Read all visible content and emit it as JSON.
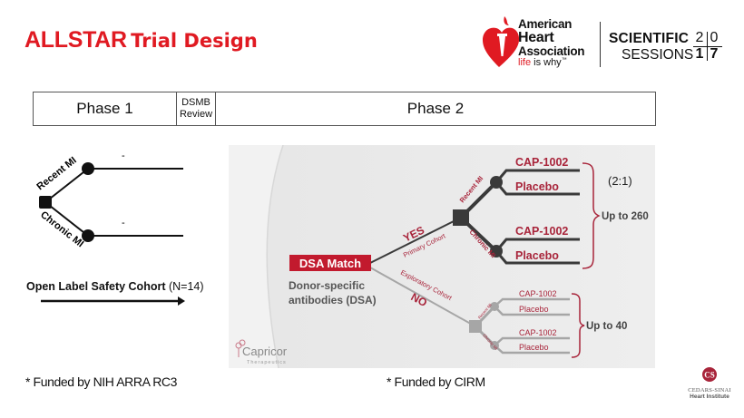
{
  "title": {
    "bold": "ALLSTAR",
    "rest": "Trial Design"
  },
  "logos": {
    "aha": {
      "line1": "American",
      "line2": "Heart",
      "line3": "Association",
      "tagline_prefix": "life",
      "tagline_rest": " is why",
      "tm": "™"
    },
    "sessions": {
      "line1": "SCIENTIFIC",
      "line2": "SESSIONS",
      "year_digits": [
        "2",
        "0",
        "1",
        "7"
      ]
    },
    "cedars": {
      "monogram": "CS",
      "name": "CEDARS-SINAI",
      "sub": "Heart Institute"
    },
    "capricor": {
      "name": "Capricor",
      "sub": "Therapeutics"
    }
  },
  "phase_table": {
    "phase1": "Phase 1",
    "dsmb_line1": "DSMB",
    "dsmb_line2": "Review",
    "phase2": "Phase 2"
  },
  "phase1_diagram": {
    "branch_upper": "Recent MI",
    "branch_lower": "Chronic MI",
    "mark_upper": "-",
    "mark_lower": "-",
    "cohort_label": "Open Label Safety Cohort",
    "cohort_n": "(N=14)"
  },
  "phase2_diagram": {
    "root_label": "DSA Match",
    "root_desc_line1": "Donor-specific",
    "root_desc_line2": "antibodies (DSA)",
    "yes_label": "YES",
    "primary_label": "Primary Cohort",
    "no_label": "NO",
    "exploratory_label": "Exploratory Cohort",
    "primary": {
      "upper_branch": "Recent MI",
      "lower_branch": "Chronic MI",
      "arms": [
        "CAP-1002",
        "Placebo",
        "CAP-1002",
        "Placebo"
      ],
      "ratio": "(2:1)",
      "total": "Up to 260"
    },
    "exploratory": {
      "upper_branch": "Recent MI",
      "lower_branch": "Chronic MI",
      "arms": [
        "CAP-1002",
        "Placebo",
        "CAP-1002",
        "Placebo"
      ],
      "total": "Up to 40"
    }
  },
  "footer": {
    "left": "* Funded by NIH ARRA RC3",
    "right": "* Funded by CIRM"
  },
  "colors": {
    "red": "#e01a22",
    "dsa_red": "#c21a2e",
    "maroon": "#a8243a",
    "dark": "#3a3a3a",
    "grey": "#a6a6a6"
  }
}
